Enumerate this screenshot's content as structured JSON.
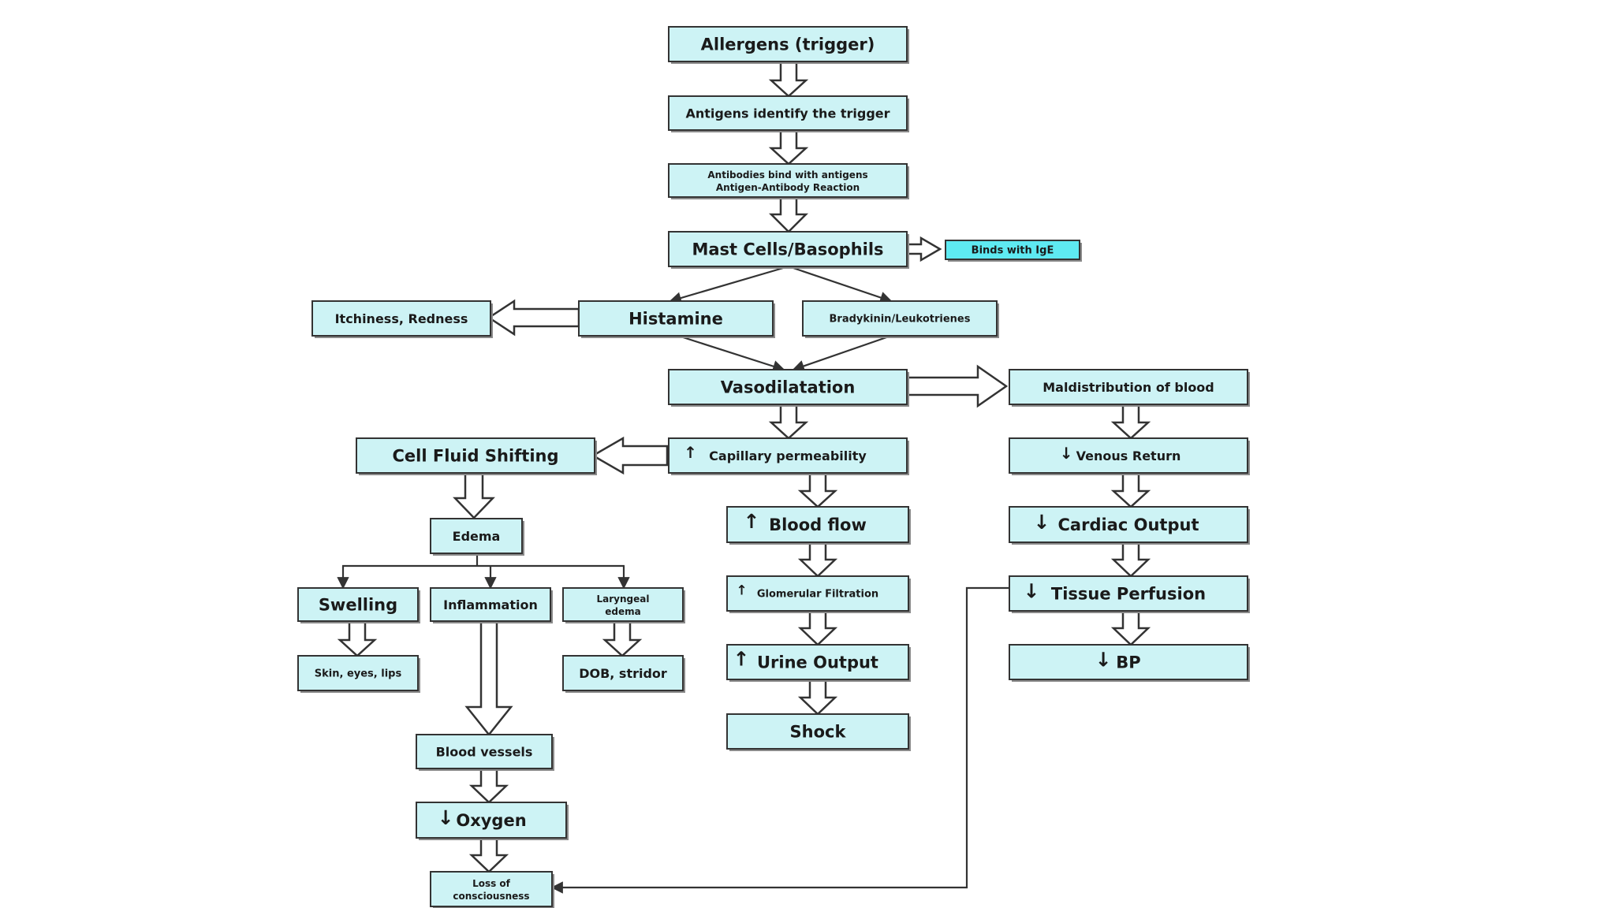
{
  "colors": {
    "box_fill": "#cdf3f5",
    "box_fill_accent": "#5eeaf2",
    "box_stroke": "#333333",
    "box_shadow": "#8a8a8a",
    "arrow_stroke": "#333333",
    "background": "#ffffff"
  },
  "nodes": {
    "allergens": {
      "label": "Allergens (trigger)"
    },
    "antigens": {
      "label": "Antigens identify the trigger"
    },
    "antibodies": {
      "line1": "Antibodies bind with antigens",
      "line2": "Antigen-Antibody Reaction"
    },
    "mast_cells": {
      "label": "Mast Cells/Basophils"
    },
    "binds_ige": {
      "label": "Binds with IgE"
    },
    "itchiness": {
      "label": "Itchiness, Redness"
    },
    "histamine": {
      "label": "Histamine"
    },
    "bradykinin": {
      "label": "Bradykinin/Leukotrienes"
    },
    "vasodilatation": {
      "label": "Vasodilatation"
    },
    "maldistribution": {
      "label": "Maldistribution of blood"
    },
    "cell_fluid": {
      "label": "Cell Fluid Shifting"
    },
    "capillary": {
      "label": "Capillary permeability",
      "indicator": "↑"
    },
    "venous_return": {
      "label": "Venous Return",
      "indicator": "↓"
    },
    "edema": {
      "label": "Edema"
    },
    "blood_flow": {
      "label": "Blood flow",
      "indicator": "↑"
    },
    "cardiac_output": {
      "label": "Cardiac Output",
      "indicator": "↓"
    },
    "swelling": {
      "label": "Swelling"
    },
    "inflammation": {
      "label": "Inflammation"
    },
    "laryngeal": {
      "line1": "Laryngeal",
      "line2": "edema"
    },
    "glomerular": {
      "label": "Glomerular Filtration",
      "indicator": "↑"
    },
    "tissue_perfusion": {
      "label": "Tissue Perfusion",
      "indicator": "↓"
    },
    "skin": {
      "label": "Skin, eyes, lips"
    },
    "dob": {
      "label": "DOB, stridor"
    },
    "urine_output": {
      "label": "Urine Output",
      "indicator": "↑"
    },
    "bp": {
      "label": "BP",
      "indicator": "↓"
    },
    "shock": {
      "label": "Shock"
    },
    "blood_vessels": {
      "label": "Blood vessels"
    },
    "oxygen": {
      "label": "Oxygen",
      "indicator": "↓"
    },
    "loss_consciousness": {
      "line1": "Loss of",
      "line2": "consciousness"
    }
  }
}
